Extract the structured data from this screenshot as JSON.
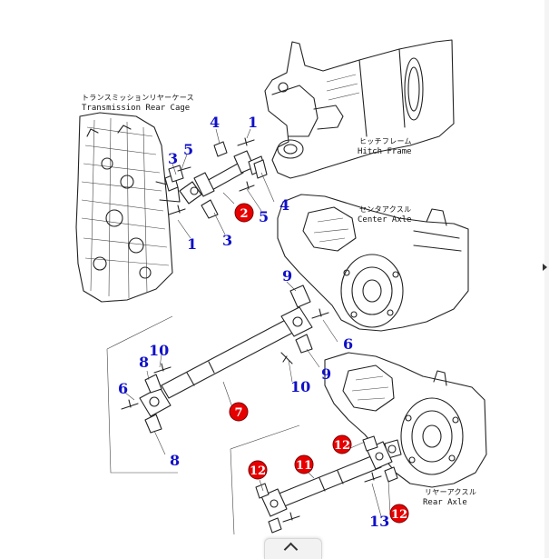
{
  "labels": {
    "trans_jp": "トランスミッションリヤーケース",
    "trans_en": "Transmission Rear Cage",
    "hitch_jp": "ヒッチフレーム",
    "hitch_en": "Hitch Frame",
    "center_jp": "センタアクスル",
    "center_en": "Center Axle",
    "rear_jp": "リヤーアクスル",
    "rear_en": "Rear Axle"
  },
  "callouts": [
    {
      "id": "c1a",
      "text": "4"
    },
    {
      "id": "c1b",
      "text": "1"
    },
    {
      "id": "c1c",
      "text": "5"
    },
    {
      "id": "c1d",
      "text": "3"
    },
    {
      "id": "c1e",
      "text": "4"
    },
    {
      "id": "c1f",
      "text": "5"
    },
    {
      "id": "c1g",
      "text": "1"
    },
    {
      "id": "c1h",
      "text": "3"
    },
    {
      "id": "c2a",
      "text": "9"
    },
    {
      "id": "c2b",
      "text": "6"
    },
    {
      "id": "c2c",
      "text": "9"
    },
    {
      "id": "c2d",
      "text": "10"
    },
    {
      "id": "c2e",
      "text": "10"
    },
    {
      "id": "c2f",
      "text": "8"
    },
    {
      "id": "c2g",
      "text": "6"
    },
    {
      "id": "c2h",
      "text": "8"
    },
    {
      "id": "c3a",
      "text": "13"
    }
  ],
  "badges": [
    {
      "id": "b2",
      "text": "2"
    },
    {
      "id": "b7",
      "text": "7"
    },
    {
      "id": "b11",
      "text": "11"
    },
    {
      "id": "b12a",
      "text": "12"
    },
    {
      "id": "b12b",
      "text": "12"
    },
    {
      "id": "b12c",
      "text": "12"
    }
  ],
  "colors": {
    "callout": "#1010c8",
    "badge": "#e60000"
  },
  "nav": {
    "scroll_up_icon": "chevron-up-icon"
  }
}
